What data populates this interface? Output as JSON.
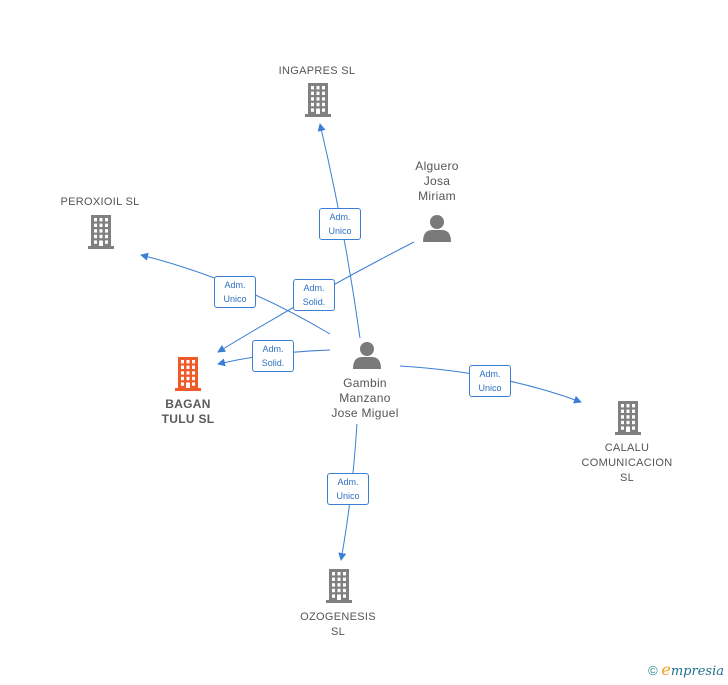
{
  "colors": {
    "edge": "#3b7fd4",
    "company": "#808080",
    "company_highlight": "#f05a28",
    "person": "#7a7a7a"
  },
  "nodes": {
    "ingapres": {
      "label": "INGAPRES SL",
      "icon": "building-icon"
    },
    "peroxioil": {
      "label": "PEROXIOIL  SL",
      "icon": "building-icon"
    },
    "bagan": {
      "label": "BAGAN\nTULU  SL",
      "icon": "building-icon-highlight"
    },
    "calalu": {
      "label": "CALALU\nCOMUNICACION\nSL",
      "icon": "building-icon"
    },
    "ozogenesis": {
      "label": "OZOGENESIS\nSL",
      "icon": "building-icon"
    },
    "alguero": {
      "label": "Alguero\nJosa\nMiriam",
      "icon": "person-icon"
    },
    "gambin": {
      "label": "Gambin\nManzano\nJose Miguel",
      "icon": "person-icon"
    }
  },
  "edges": [
    {
      "from": "gambin",
      "to": "ingapres",
      "line1": "Adm.",
      "line2": "Unico"
    },
    {
      "from": "gambin",
      "to": "peroxioil",
      "line1": "Adm.",
      "line2": "Unico"
    },
    {
      "from": "alguero",
      "to": "bagan",
      "line1": "Adm.",
      "line2": "Solid."
    },
    {
      "from": "gambin",
      "to": "bagan",
      "line1": "Adm.",
      "line2": "Solid."
    },
    {
      "from": "gambin",
      "to": "calalu",
      "line1": "Adm.",
      "line2": "Unico"
    },
    {
      "from": "gambin",
      "to": "ozogenesis",
      "line1": "Adm.",
      "line2": "Unico"
    }
  ],
  "footer": {
    "copyright_symbol": "©",
    "brand_initial": "e",
    "brand_rest": "mpresia"
  }
}
